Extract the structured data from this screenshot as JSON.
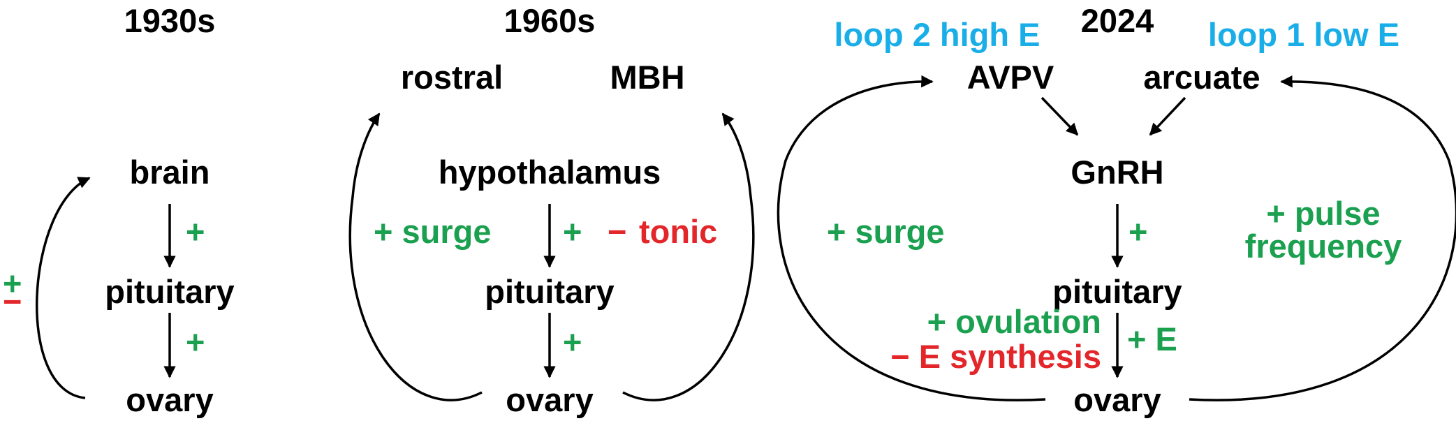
{
  "colors": {
    "text": "#000000",
    "positive": "#1ba050",
    "negative": "#e3262a",
    "loop_label": "#19aee8"
  },
  "era1930": {
    "title": "1930s",
    "brain": "brain",
    "pituitary": "pituitary",
    "ovary": "ovary",
    "plus_brain_pituitary": "+",
    "plus_pituitary_ovary": "+",
    "feedback_plus": "+",
    "feedback_minus": "−"
  },
  "era1960": {
    "title": "1960s",
    "rostral": "rostral",
    "mbh": "MBH",
    "hypothalamus": "hypothalamus",
    "pituitary": "pituitary",
    "ovary": "ovary",
    "plus_hyp_pit": "+",
    "plus_pit_ovary": "+",
    "surge": "+ surge",
    "tonic_sign": "−",
    "tonic": "tonic"
  },
  "era2024": {
    "title": "2024",
    "loop2": "loop 2 high E",
    "loop1": "loop 1 low E",
    "avpv": "AVPV",
    "arcuate": "arcuate",
    "gnrh": "GnRH",
    "pituitary": "pituitary",
    "ovary": "ovary",
    "plus_gnrh_pit": "+",
    "surge": "+ surge",
    "pulse_line1": "+ pulse",
    "pulse_line2": "frequency",
    "ovulation": "+ ovulation",
    "e_synthesis": "− E synthesis",
    "plus_e": "+ E"
  }
}
